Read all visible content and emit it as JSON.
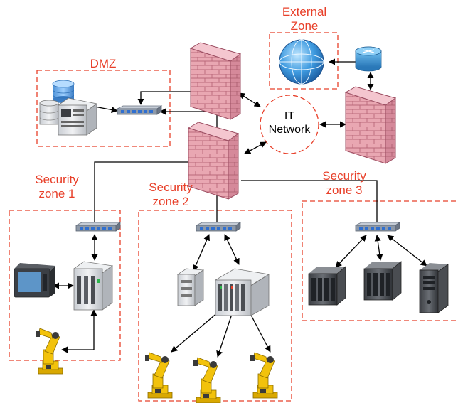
{
  "zones": {
    "external": {
      "line1": "External",
      "line2": "Zone"
    },
    "dmz": {
      "label": "DMZ"
    },
    "security1": {
      "line1": "Security",
      "line2": "zone 1"
    },
    "security2": {
      "line1": "Security",
      "line2": "zone 2"
    },
    "security3": {
      "line1": "Security",
      "line2": "zone 3"
    }
  },
  "it_network": {
    "line1": "IT",
    "line2": "Network"
  },
  "colors": {
    "zone_border": "#e8402a",
    "zone_text": "#e8402a",
    "firewall_brick": "#e9a7b2",
    "robot": "#f2c20c",
    "switch": "#8e99a8"
  },
  "icons": [
    "globe-icon",
    "router-icon",
    "database-icon",
    "storage-server-icon",
    "plc-icon",
    "network-switch-icon",
    "firewall-icon",
    "hmi-panel-icon",
    "industrial-controller-icon",
    "robot-arm-icon",
    "server-rack-icon"
  ]
}
